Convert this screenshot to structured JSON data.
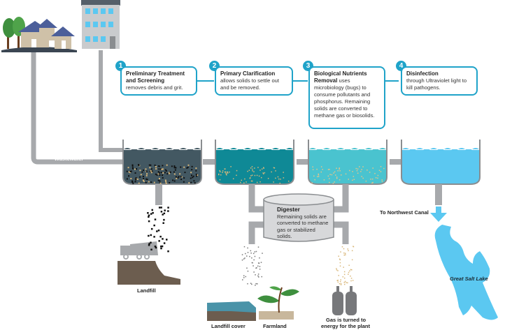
{
  "title": "Wastewater treatment process",
  "colors": {
    "accent": "#1fa3c9",
    "pipe": "#a7a9ac",
    "tank1_water": "#435862",
    "tank2_water": "#0f8996",
    "tank3_water": "#4ac3cf",
    "tank4_water": "#5bc8f1",
    "lake": "#5bc8f1",
    "soil": "#6c5d4f",
    "leaf": "#3e8f3e"
  },
  "steps": [
    {
      "number": "1",
      "title": "Preliminary Treatment and Screening",
      "text": "removes debris and grit."
    },
    {
      "number": "2",
      "title": "Primary Clarification",
      "text": "allows solids to settle out and be removed."
    },
    {
      "number": "3",
      "title": "Biological Nutrients Removal",
      "text": "uses microbiology (bugs) to consume pollutants and phosphorus. Remaining solids are converted to methane gas or biosolids."
    },
    {
      "number": "4",
      "title": "Disinfection",
      "text": "through Ultraviolet light to kill pathogens."
    }
  ],
  "digester": {
    "title": "Digester",
    "text": "Remaining solids are converted to methane gas or stabilized solids."
  },
  "labels": {
    "wastewater": "Wastewater",
    "landfill": "Landfill",
    "landfill_cover": "Landfill cover",
    "farmland": "Farmland",
    "gas_line1": "Gas is turned to",
    "gas_line2": "energy for the plant",
    "canal": "To Northwest Canal",
    "lake": "Great Salt Lake"
  },
  "icons": [
    "houses-icon",
    "trees-icon",
    "apartment-building-icon",
    "dump-truck-icon",
    "plant-icon",
    "gas-cylinder-icon",
    "lake-icon",
    "arrow-down-icon"
  ]
}
